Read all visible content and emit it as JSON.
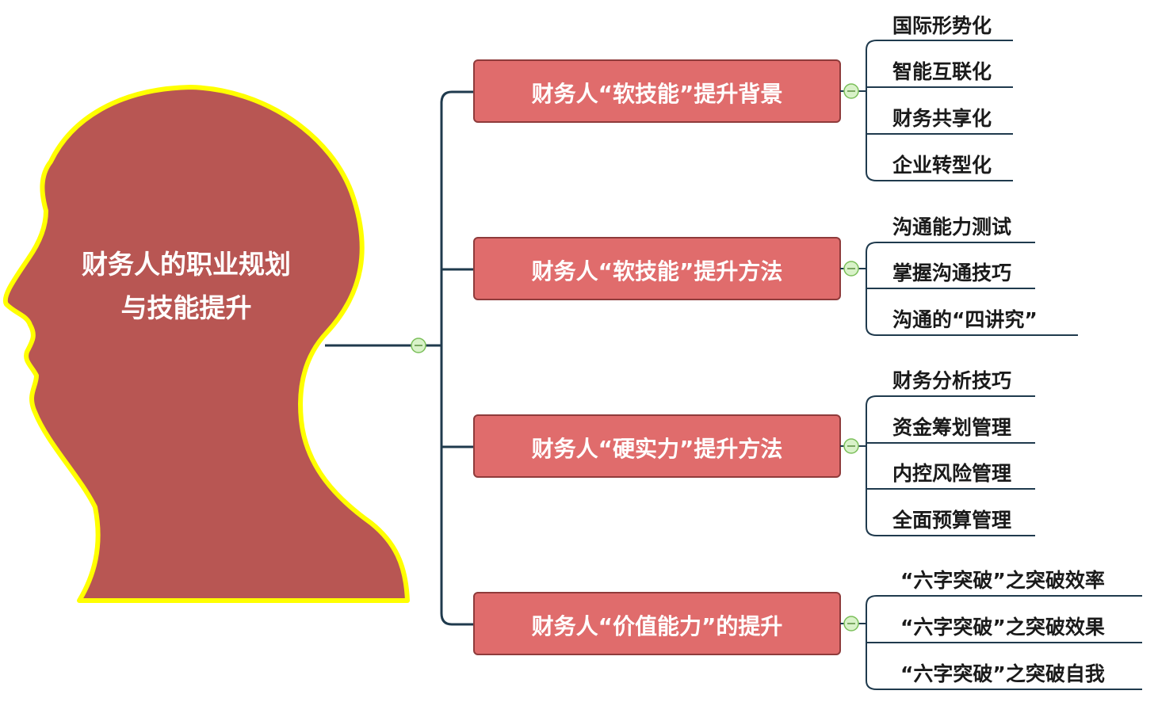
{
  "root": {
    "title_line1": "财务人的职业规划",
    "title_line2": "与技能提升"
  },
  "branches": [
    {
      "label": "财务人“软技能”提升背景",
      "children": [
        "国际形势化",
        "智能互联化",
        "财务共享化",
        "企业转型化"
      ]
    },
    {
      "label": "财务人“软技能”提升方法",
      "children": [
        "沟通能力测试",
        "掌握沟通技巧",
        "沟通的“四讲究”"
      ]
    },
    {
      "label": "财务人“硬实力”提升方法",
      "children": [
        "财务分析技巧",
        "资金筹划管理",
        "内控风险管理",
        "全面预算管理"
      ]
    },
    {
      "label": "财务人“价值能力”的提升",
      "children": [
        "“六字突破”之突破效率",
        "“六字突破”之突破效果",
        "“六字突破”之突破自我"
      ]
    }
  ],
  "colors": {
    "head_fill": "#b85653",
    "head_outline": "#ffff00",
    "branch_fill": "#e06c6c",
    "branch_border": "#8f3b3b",
    "connector": "#1f3a4d",
    "collapse_fill": "#d9f2c9",
    "collapse_border": "#7bbf5a"
  },
  "icons": {
    "collapse": "minus-circle-icon"
  }
}
